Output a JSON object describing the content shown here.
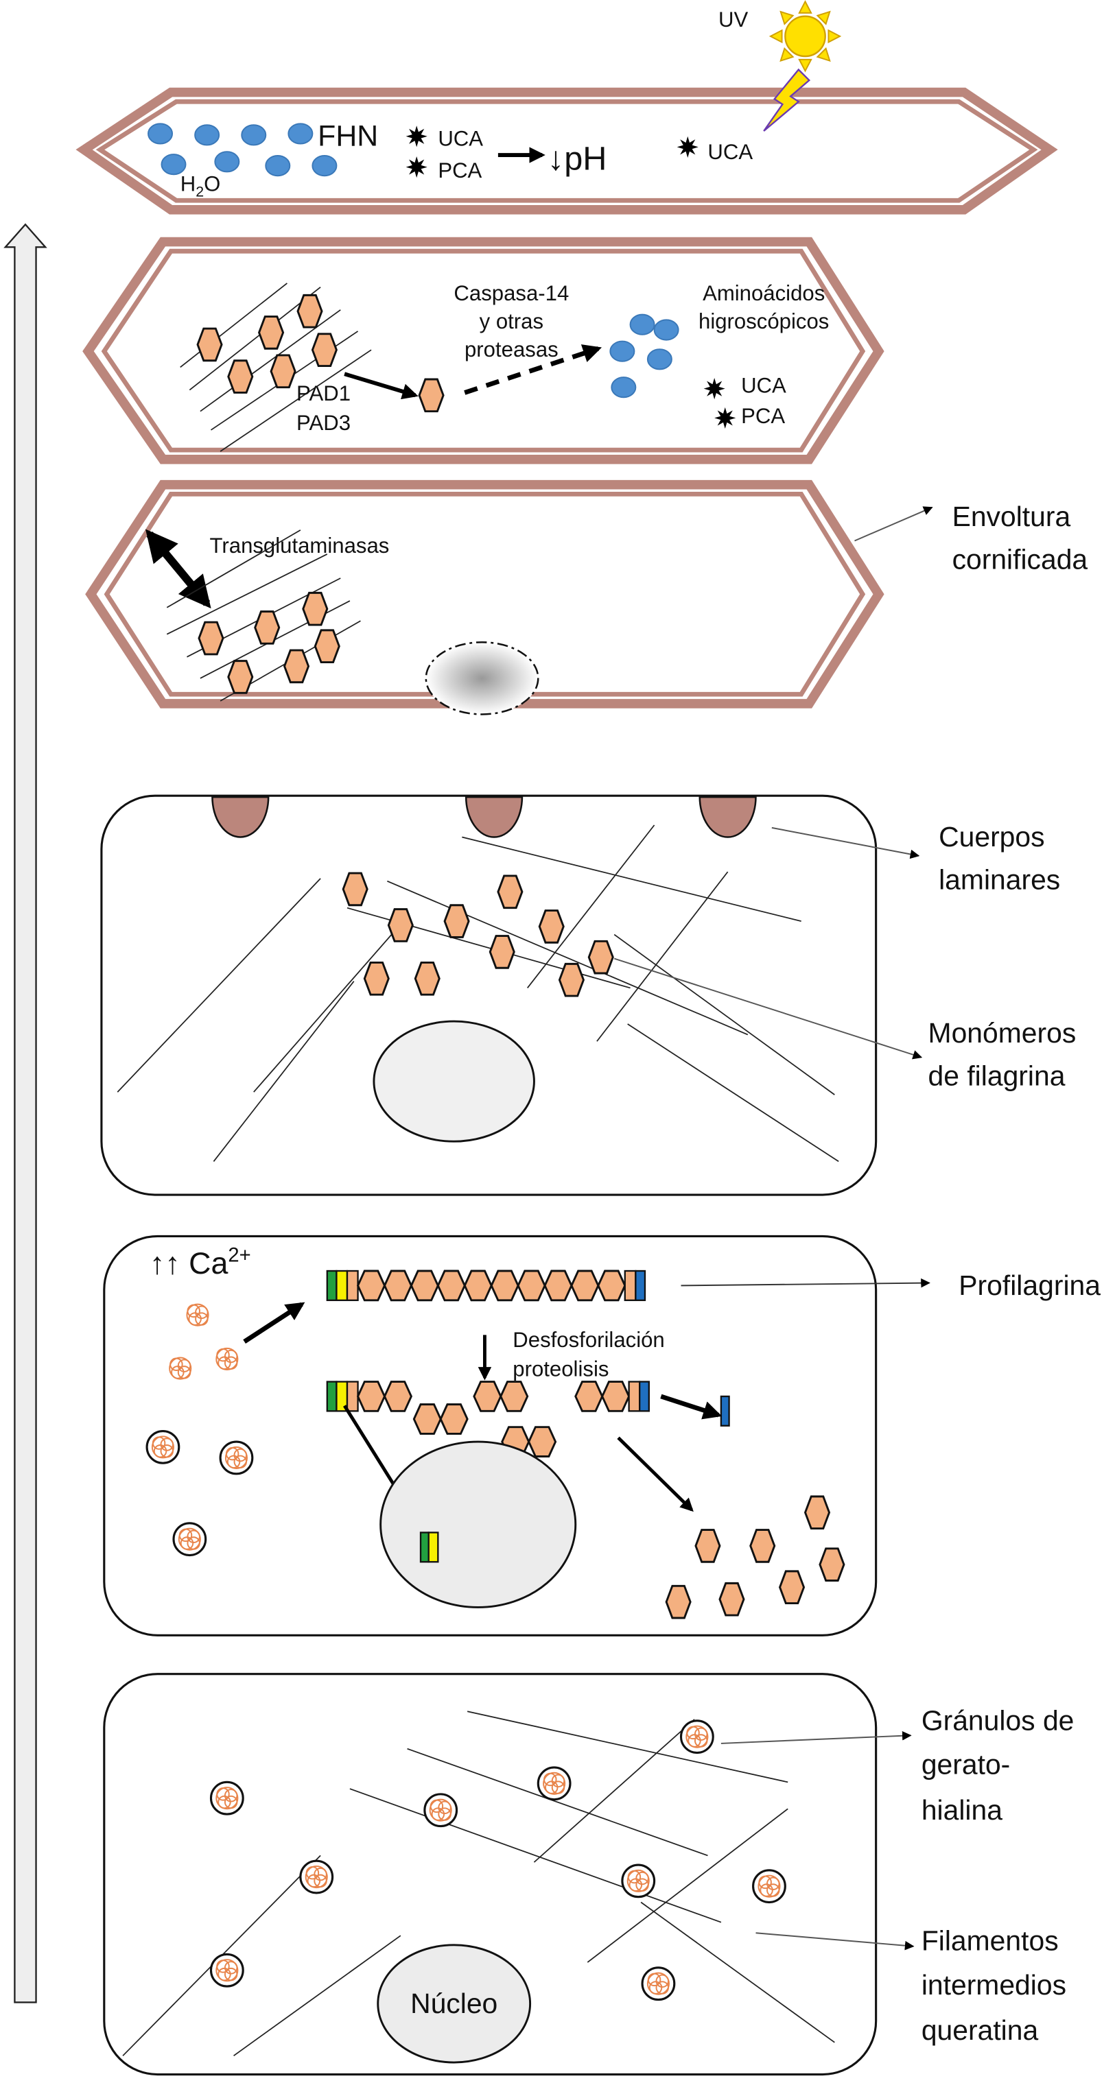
{
  "colors": {
    "membrane": "#bb867c",
    "filaggrin": "#f4b080",
    "amino_acid": "#4d8fd2",
    "nucleus": "#ececec",
    "sun": "#ffe000",
    "green": "#22a040",
    "yellow": "#f6f000",
    "blue": "#1f6fc0"
  },
  "icons": [
    "sun-icon",
    "lightning-icon",
    "up-arrow-icon",
    "star-icon"
  ],
  "cell1": {
    "fhn": "FHN",
    "h2o": "H",
    "h2o_sub": "2",
    "h2o_o": "O",
    "uca": "UCA",
    "pca": "PCA",
    "ph": "↓pH",
    "uca2": "UCA",
    "uv": "UV"
  },
  "cell2": {
    "pad1": "PAD1",
    "pad3": "PAD3",
    "casp1": "Caspasa-14",
    "casp2": "y otras",
    "casp3": "proteasas",
    "amino1": "Aminoácidos",
    "amino2": "higroscópicos",
    "uca": "UCA",
    "pca": "PCA"
  },
  "cell3": {
    "transglut": "Transglutaminasas"
  },
  "cell5": {
    "ca": "↑↑ Ca",
    "ca_sup": "2+",
    "dephos": "Desfosforilación",
    "proteol": "proteolisis"
  },
  "cell6": {
    "nucleus": "Núcleo"
  },
  "labels": {
    "envoltura": [
      "Envoltura",
      "cornificada"
    ],
    "cuerpos": [
      "Cuerpos",
      "laminares"
    ],
    "monomeros": [
      "Monómeros",
      "de filagrina"
    ],
    "profilagrina": "Profilagrina",
    "granulos": [
      "Gránulos de",
      "gerato-",
      "hialina"
    ],
    "filamentos": [
      "Filamentos",
      "intermedios",
      "queratina"
    ]
  }
}
